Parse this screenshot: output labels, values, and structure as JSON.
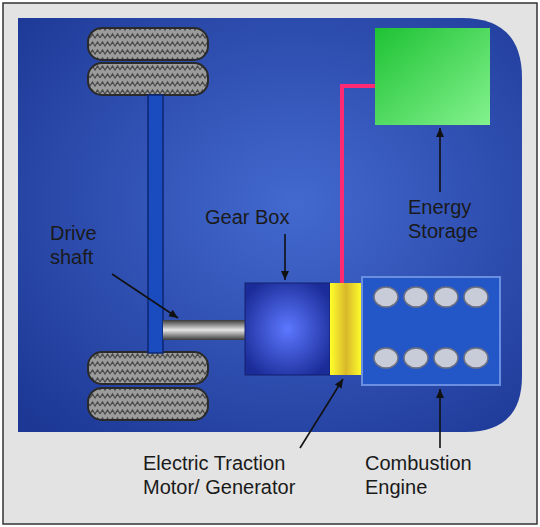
{
  "diagram": {
    "labels": [
      "Drive shaft",
      "Gear Box",
      "Energy Storage",
      "Electric Traction Motor/ Generator",
      "Combustion Engine"
    ]
  }
}
